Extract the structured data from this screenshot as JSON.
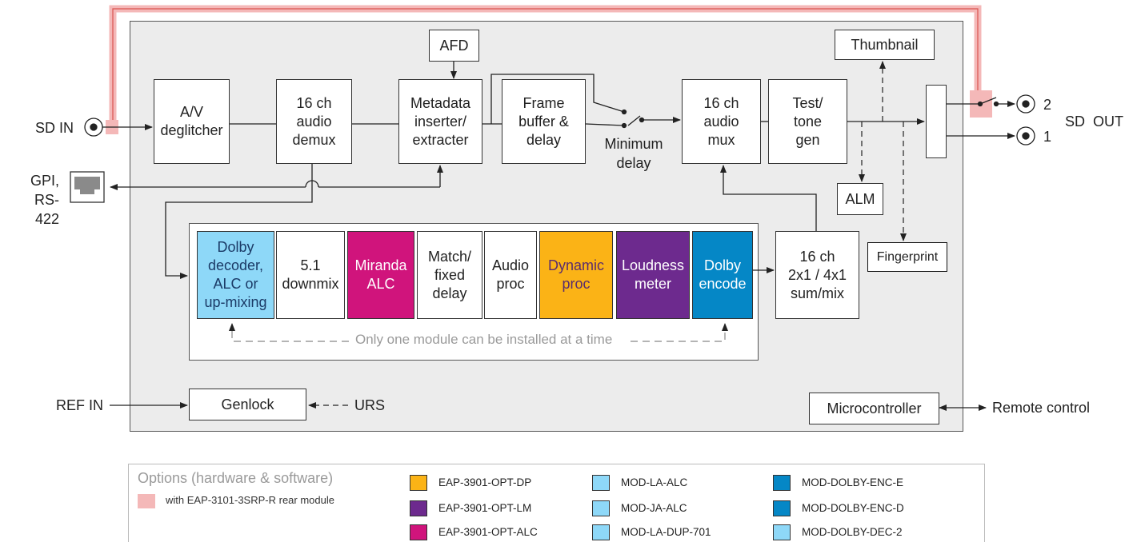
{
  "blocks": {
    "av": "A/V\ndeglitcher",
    "demux": "16 ch\naudio\ndemux",
    "afd": "AFD",
    "metadata": "Metadata\ninserter/\nextracter",
    "framebuf": "Frame\nbuffer &\ndelay",
    "mux": "16 ch\naudio\nmux",
    "testtone": "Test/\ntone\ngen",
    "thumbnail": "Thumbnail",
    "alm": "ALM",
    "fingerprint": "Fingerprint",
    "summix": "16 ch\n2x1 / 4x1\nsum/mix",
    "genlock": "Genlock",
    "micro": "Microcontroller"
  },
  "modules": [
    {
      "label": "Dolby\ndecoder,\nALC or\nup-mixing",
      "bg": "#8ed8f8",
      "fg": "#1b3a66"
    },
    {
      "label": "5.1\ndownmix",
      "bg": "#ffffff",
      "fg": "#222222"
    },
    {
      "label": "Miranda\nALC",
      "bg": "#d0147c",
      "fg": "#ffffff"
    },
    {
      "label": "Match/\nfixed\ndelay",
      "bg": "#ffffff",
      "fg": "#222222"
    },
    {
      "label": "Audio\nproc",
      "bg": "#ffffff",
      "fg": "#222222"
    },
    {
      "label": "Dynamic\nproc",
      "bg": "#fbb316",
      "fg": "#5a2d6e"
    },
    {
      "label": "Loudness\nmeter",
      "bg": "#6d2a8e",
      "fg": "#ffffff"
    },
    {
      "label": "Dolby\nencode",
      "bg": "#0587c6",
      "fg": "#ffffff"
    }
  ],
  "note": "Only one module can be installed at a time",
  "labels": {
    "sd_in": "SD IN",
    "sd_out": "SD  OUT",
    "out2": "2",
    "out1": "1",
    "gpi": "GPI,\nRS-422",
    "min_delay": "Minimum\ndelay",
    "ref_in": "REF IN",
    "urs": "URS",
    "remote": "Remote control"
  },
  "legend": {
    "title": "Options (hardware & software)",
    "pink_label": "with EAP-3101-3SRP-R rear module",
    "pink_color": "#f4b8b8",
    "items": [
      {
        "label": "EAP-3901-OPT-DP",
        "color": "#fbb316"
      },
      {
        "label": "EAP-3901-OPT-LM",
        "color": "#6d2a8e"
      },
      {
        "label": "EAP-3901-OPT-ALC",
        "color": "#d0147c"
      },
      {
        "label": "MOD-LA-ALC",
        "color": "#8ed8f8"
      },
      {
        "label": "MOD-JA-ALC",
        "color": "#8ed8f8"
      },
      {
        "label": "MOD-LA-DUP-701",
        "color": "#8ed8f8"
      },
      {
        "label": "MOD-DOLBY-ENC-E",
        "color": "#0587c6"
      },
      {
        "label": "MOD-DOLBY-ENC-D",
        "color": "#0587c6"
      },
      {
        "label": "MOD-DOLBY-DEC-2",
        "color": "#8ed8f8"
      }
    ]
  }
}
